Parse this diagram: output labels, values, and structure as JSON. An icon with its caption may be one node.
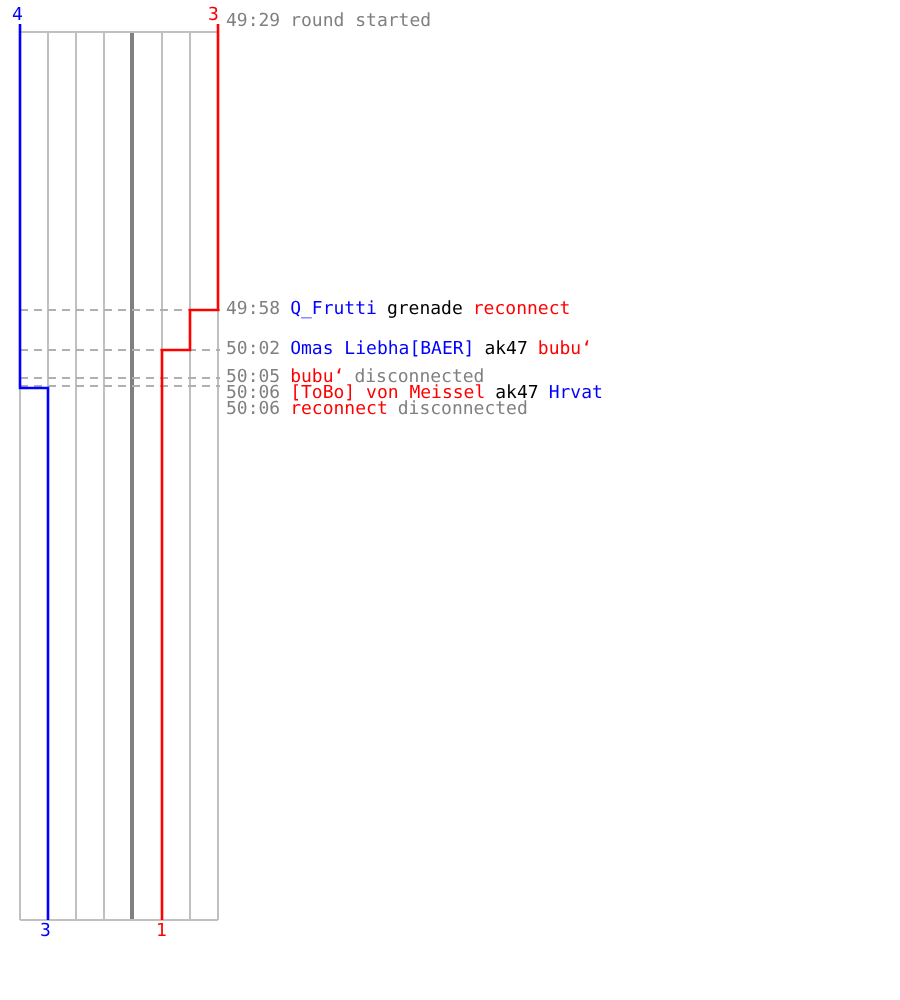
{
  "diagram": {
    "labels": [
      "4",
      "3",
      "49:29",
      "round started",
      "49:58",
      "Q_Frutti",
      "grenade",
      "reconnect",
      "50:02",
      "Omas Liebha[BAER]",
      "ak47",
      "bubu‘",
      "50:05",
      "bubu‘",
      "disconnected",
      "50:06",
      "[ToBo] von Meissel",
      "ak47",
      "Hrvat",
      "50:06",
      "reconnect",
      "disconnected",
      "3",
      "1"
    ]
  }
}
